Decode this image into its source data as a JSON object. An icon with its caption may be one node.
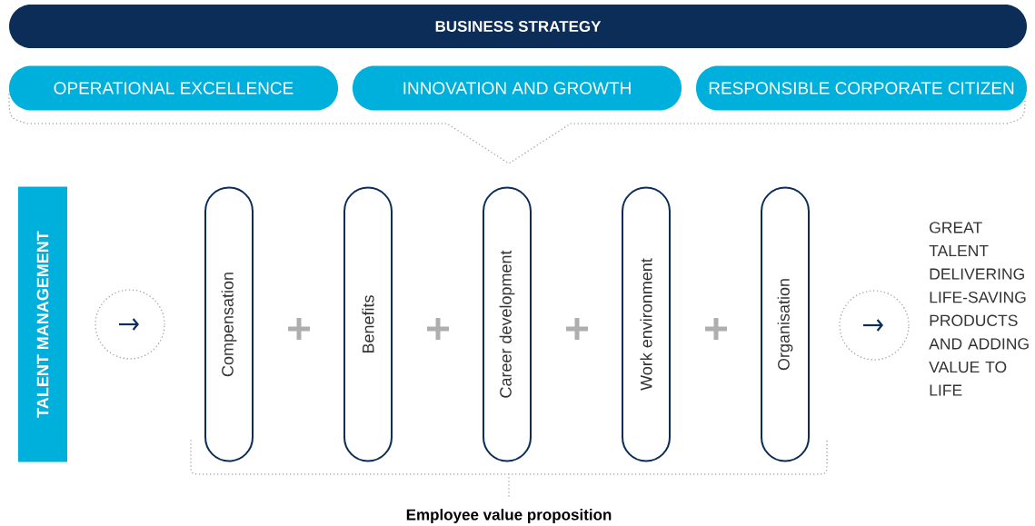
{
  "diagram": {
    "nodes": [
      {
        "text": [
          "BUSINESS STRATEGY"
        ]
      },
      {
        "text": [
          "OPERATIONAL EXCELLENCE"
        ]
      },
      {
        "text": [
          "INNOVATION AND GROWTH"
        ]
      },
      {
        "text": [
          "RESPONSIBLE CORPORATE CITIZEN"
        ]
      },
      {
        "text": [
          "TALENT MANAGEMENT"
        ]
      },
      {
        "text": [],
        "shape": "circle"
      },
      {
        "text": [
          "Compensation"
        ]
      },
      {
        "text": [
          "Benefits"
        ]
      },
      {
        "text": [
          "Career development"
        ]
      },
      {
        "text": [
          "Work environment"
        ]
      },
      {
        "text": [
          "Organisation"
        ]
      },
      {
        "text": [],
        "shape": "circle"
      }
    ],
    "labels": [
      "GREAT TALENT DELIVERING LIFE-SAVING PRODUCTS AND ADDING VALUE TO LIFE",
      "Employee value proposition"
    ]
  }
}
